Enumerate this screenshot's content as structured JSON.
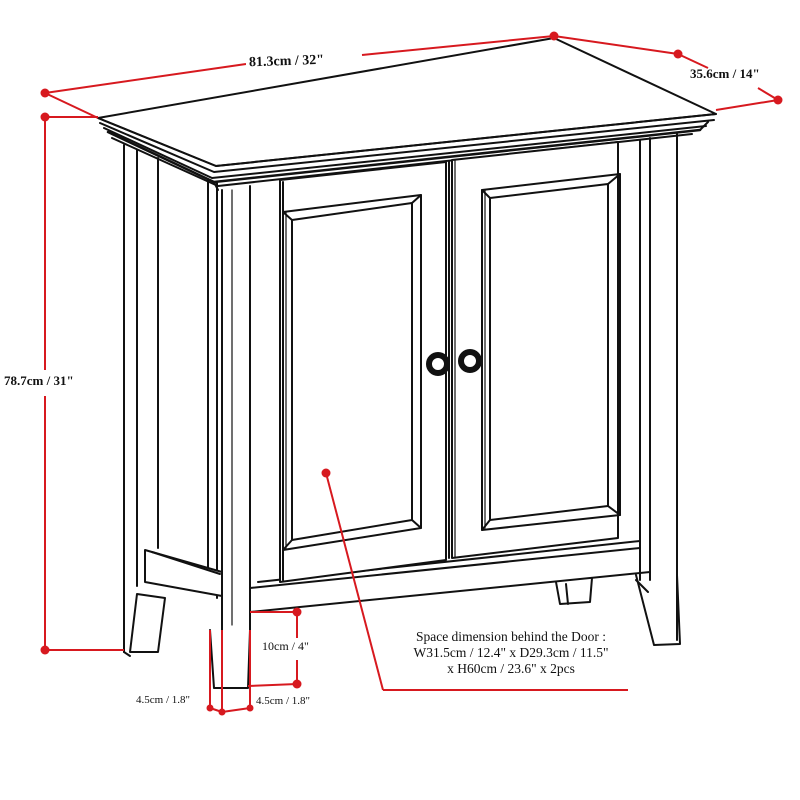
{
  "diagram": {
    "subject": "Two-door storage cabinet dimension drawing",
    "colors": {
      "line": "#111111",
      "dimension": "#d7191f",
      "background": "#ffffff"
    },
    "dimensions": {
      "width": "81.3cm / 32\"",
      "depth": "35.6cm / 14\"",
      "height": "78.7cm / 31\"",
      "leg_height": "10cm / 4\"",
      "leg_width_left": "4.5cm / 1.8\"",
      "leg_width_right": "4.5cm / 1.8\""
    },
    "interior_note": {
      "line1": "Space dimension behind the Door  :",
      "line2": "W31.5cm / 12.4\" x D29.3cm / 11.5\"",
      "line3": "x H60cm / 23.6\" x 2pcs"
    },
    "parts": [
      "top",
      "crown-molding",
      "left-door",
      "right-door",
      "door-knobs",
      "side-panels",
      "bottom-stretcher",
      "legs"
    ]
  }
}
